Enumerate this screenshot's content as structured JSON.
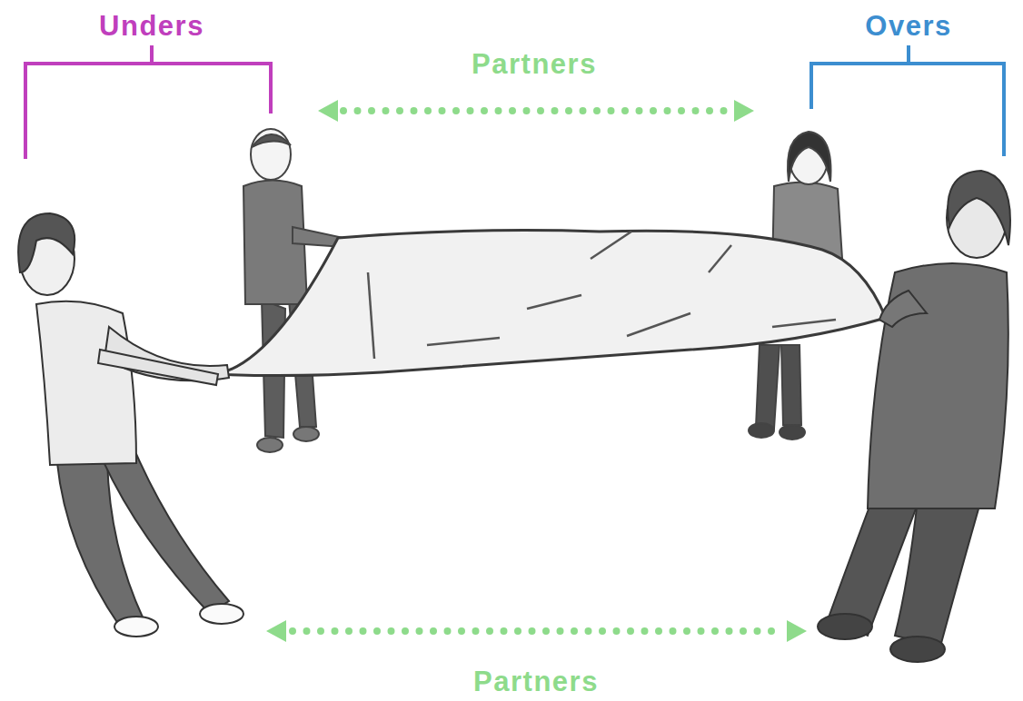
{
  "diagram": {
    "labels": [
      "Unders",
      "Overs",
      "Partners",
      "Partners"
    ]
  }
}
